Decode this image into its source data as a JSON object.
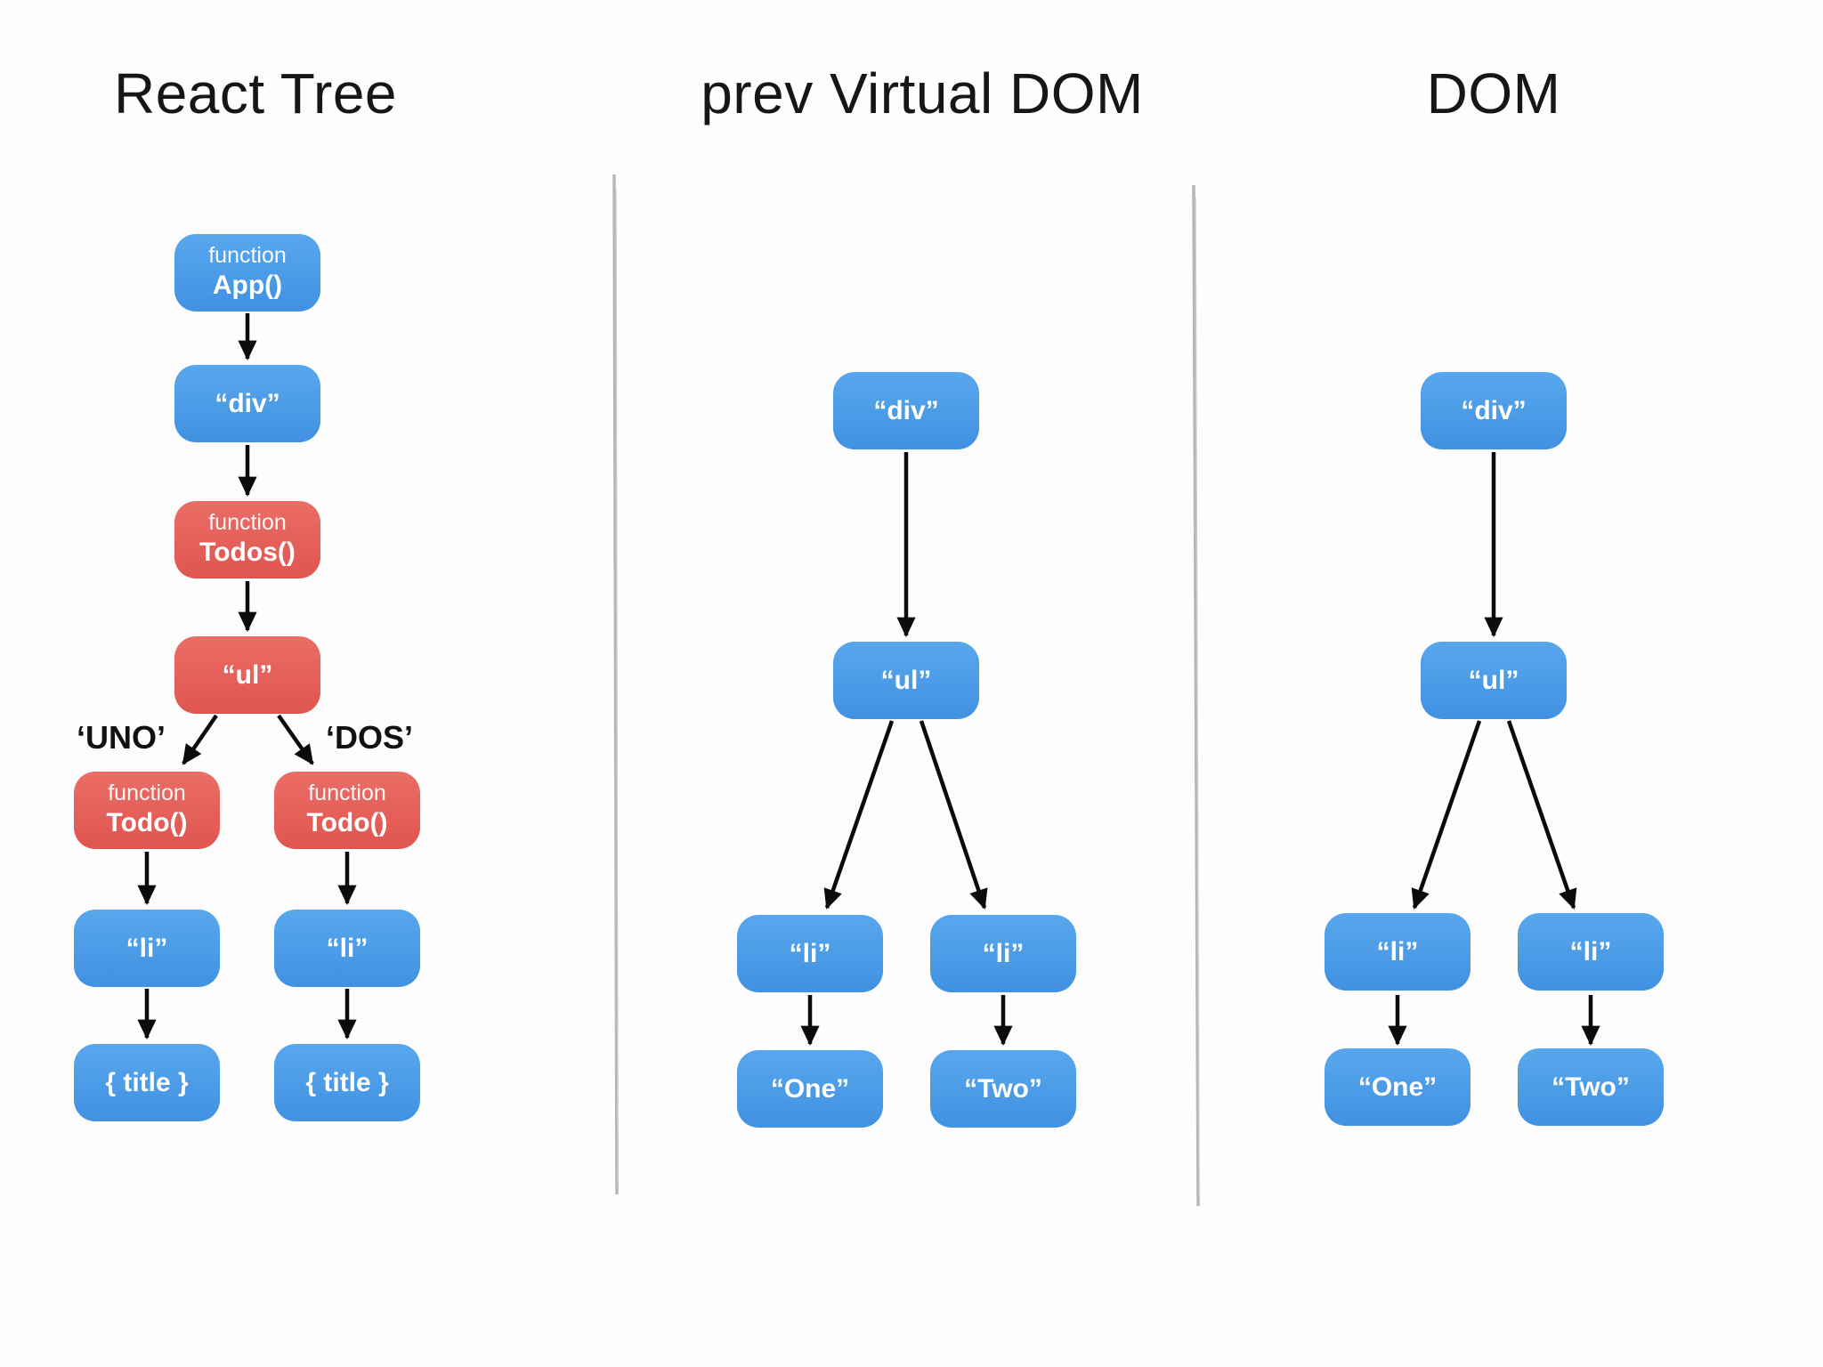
{
  "titles": {
    "react_tree": "React Tree",
    "prev_virtual_dom": "prev Virtual DOM",
    "dom": "DOM"
  },
  "react_tree": {
    "app": {
      "kind": "function",
      "name": "App()"
    },
    "div": "“div”",
    "todos": {
      "kind": "function",
      "name": "Todos()"
    },
    "ul": "“ul”",
    "key_left": "‘UNO’",
    "key_right": "‘DOS’",
    "todo_left": {
      "kind": "function",
      "name": "Todo()"
    },
    "todo_right": {
      "kind": "function",
      "name": "Todo()"
    },
    "li_left": "“li”",
    "li_right": "“li”",
    "title_left": "{ title }",
    "title_right": "{ title }"
  },
  "prev_virtual_dom": {
    "div": "“div”",
    "ul": "“ul”",
    "li_left": "“li”",
    "li_right": "“li”",
    "text_left": "“One”",
    "text_right": "“Two”"
  },
  "dom": {
    "div": "“div”",
    "ul": "“ul”",
    "li_left": "“li”",
    "li_right": "“li”",
    "text_left": "“One”",
    "text_right": "“Two”"
  },
  "colors": {
    "node_blue": "#4A9CE8",
    "node_red": "#E6615B",
    "node_text": "#FFFFFF",
    "arrow_black": "#0B0B0B",
    "divider_gray": "#ABABAB",
    "title_text": "#161616",
    "background": "#FDFDFD"
  }
}
